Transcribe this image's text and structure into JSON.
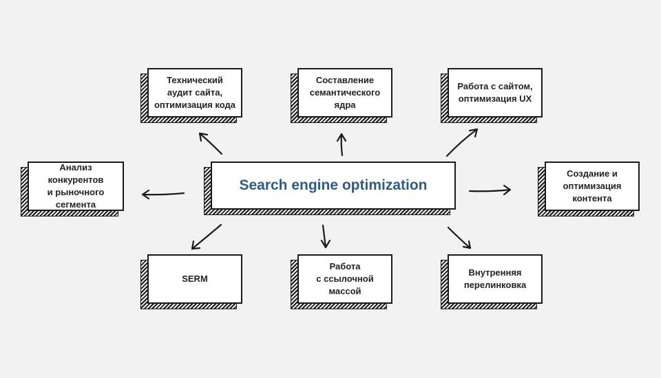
{
  "center": {
    "label": "Search engine optimization"
  },
  "nodes": {
    "tech_audit": "Технический\nаудит сайта,\nоптимизация кода",
    "semantic_core": "Составление\nсемантического\nядра",
    "ux": "Работа с сайтом,\nоптимизация UX",
    "competitors": "Анализ конкурентов\nи рыночного\nсегмента",
    "content": "Создание и\nоптимизация\nконтента",
    "serm": "SERM",
    "links": "Работа\nс ссылочной\nмассой",
    "interlinking": "Внутренняя\nперелинковка"
  },
  "colors": {
    "accent": "#2e5c8a",
    "stroke": "#1a1a1a",
    "background": "#f2f2f2"
  }
}
